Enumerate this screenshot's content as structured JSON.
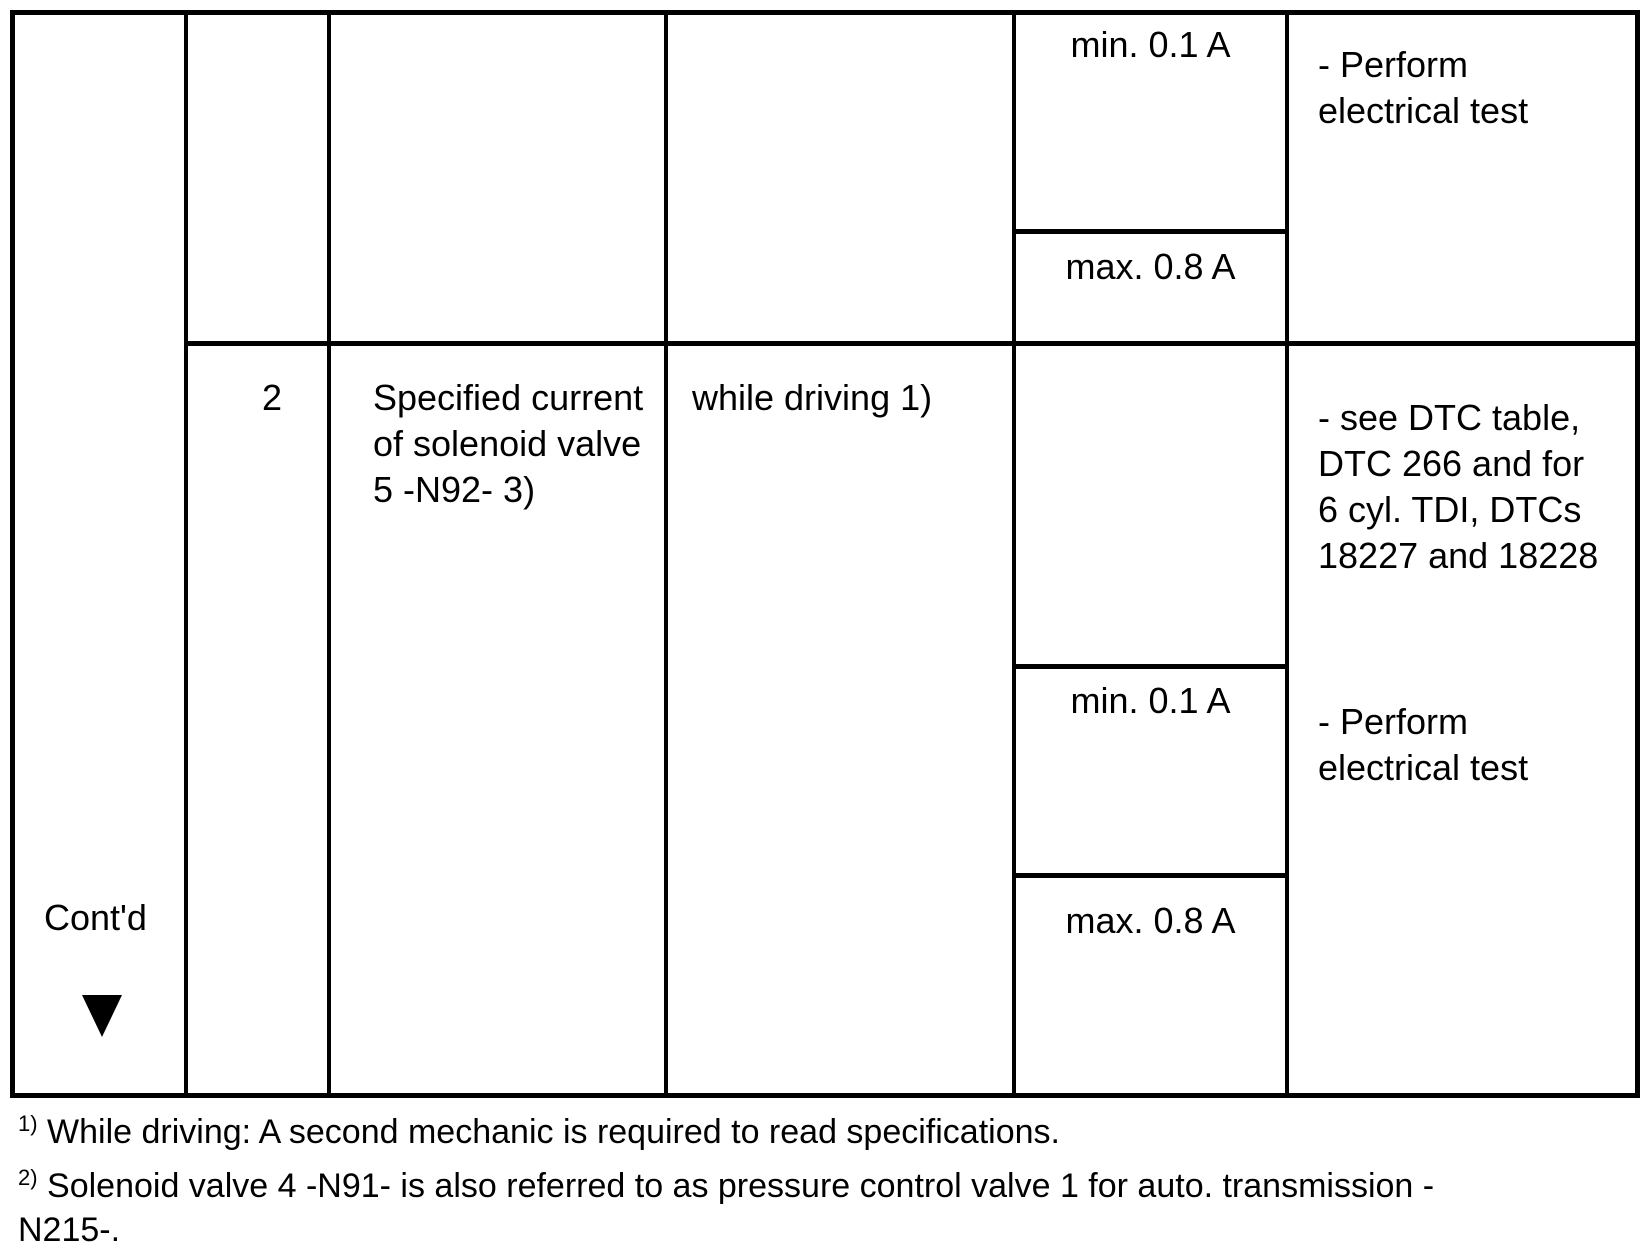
{
  "table": {
    "col1": {
      "contd_label": "Cont'd",
      "arrow_icon": "down-triangle-icon"
    },
    "rows": [
      {
        "number": "",
        "description": "",
        "condition": "",
        "spec_min": "min. 0.1 A",
        "spec_max": "max. 0.8 A",
        "remark": "- Perform\nelectrical test"
      },
      {
        "number": "2",
        "description": "Specified current\nof solenoid valve\n5 -N92- 3)",
        "condition": "while driving 1)",
        "remark_dtc": "- see DTC table,\nDTC 266 and for\n6 cyl. TDI, DTCs\n18227 and 18228",
        "spec_min": "min. 0.1 A",
        "spec_max": "max. 0.8 A",
        "remark": "- Perform\nelectrical test"
      }
    ]
  },
  "footnotes": [
    {
      "marker": "1)",
      "text": "While driving: A second mechanic is required to read specifications."
    },
    {
      "marker": "2)",
      "text": "Solenoid valve 4 -N91- is also referred to as pressure control valve 1 for auto. transmission -",
      "continuation": "N215-."
    }
  ]
}
